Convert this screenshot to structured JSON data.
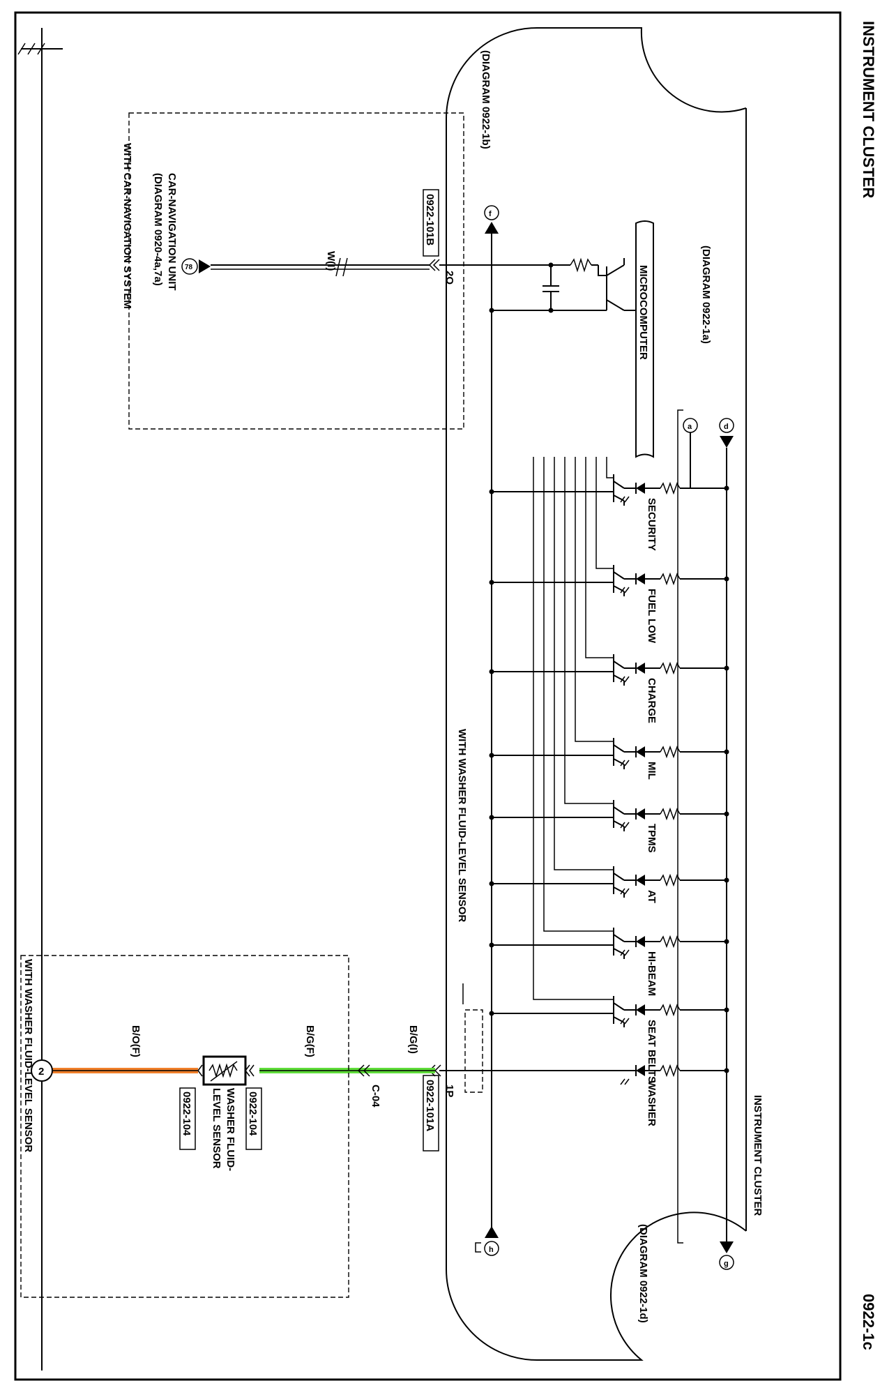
{
  "header": {
    "title_left": "INSTRUMENT CLUSTER",
    "page_code": "0922-1c"
  },
  "cluster": {
    "label": "INSTRUMENT CLUSTER",
    "ref_top": "(DIAGRAM 0922-1a)",
    "ref_bottom": "(DIAGRAM 0922-1d)",
    "ref_left": "(DIAGRAM 0922-1b)",
    "microcomputer": "MICROCOMPUTER",
    "terminal_top": "d",
    "terminal_top2": "a",
    "terminal_left": "f",
    "terminal_bottom": "g",
    "terminal_bottom2": "h",
    "pin_2o": "2O",
    "pin_1p": "1P",
    "washer_note": "WITH WASHER FLUID-LEVEL SENSOR"
  },
  "indicators": [
    {
      "label": "SECURITY"
    },
    {
      "label": "FUEL LOW"
    },
    {
      "label": "CHARGE"
    },
    {
      "label": "MIL"
    },
    {
      "label": "TPMS"
    },
    {
      "label": "AT"
    },
    {
      "label": "HI-BEAM"
    },
    {
      "label": "SEAT BELTS"
    },
    {
      "label": "WASHER"
    }
  ],
  "connectors": {
    "c101b": "0922-101B",
    "c101a": "0922-101A",
    "c104a": "0922-104",
    "c104b": "0922-104",
    "c04": "C-04"
  },
  "wires": {
    "nav": "W(I)",
    "bg_i": "B/G(I)",
    "bg_f": "B/G(F)",
    "bo_f": "B/O(F)"
  },
  "nav": {
    "line1": "CAR-NAVIGATION UNIT",
    "line2": "(DIAGRAM 0920-4a,7a)",
    "line3": "WITH CAR-NAVIGATION SYSTEM",
    "terminal": "78"
  },
  "sensor": {
    "line1": "WASHER FLUID-",
    "line2": "LEVEL SENSOR",
    "note": "WITH WASHER FLUID-LEVEL SENSOR",
    "ground": "2"
  },
  "colors": {
    "green_wire": "#5fdc3a",
    "orange_wire": "#f07f2a"
  }
}
